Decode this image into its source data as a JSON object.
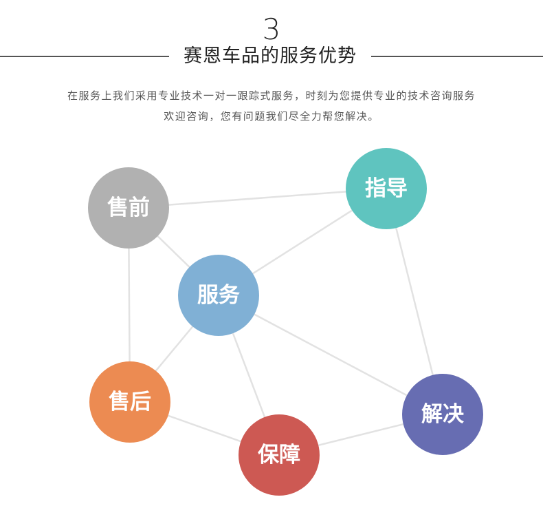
{
  "header": {
    "number": "3",
    "title": "赛恩车品的服务优势",
    "description_line1": "在服务上我们采用专业技术一对一跟踪式服务，时刻为您提供专业的技术咨询服务",
    "description_line2": "欢迎咨询，您有问题我们尽全力帮您解决。"
  },
  "diagram": {
    "nodes": [
      {
        "id": "shouqian",
        "label": "售前",
        "color": "#b1b1b1"
      },
      {
        "id": "zhidao",
        "label": "指导",
        "color": "#5fc4bf"
      },
      {
        "id": "fuwu",
        "label": "服务",
        "color": "#80b0d5"
      },
      {
        "id": "shouhou",
        "label": "售后",
        "color": "#ec8b52"
      },
      {
        "id": "baozhang",
        "label": "保障",
        "color": "#cd5953"
      },
      {
        "id": "jiejue",
        "label": "解决",
        "color": "#676db2"
      }
    ],
    "edges": [
      [
        "shouqian",
        "zhidao"
      ],
      [
        "shouqian",
        "fuwu"
      ],
      [
        "shouqian",
        "shouhou"
      ],
      [
        "zhidao",
        "fuwu"
      ],
      [
        "zhidao",
        "jiejue"
      ],
      [
        "fuwu",
        "shouhou"
      ],
      [
        "fuwu",
        "baozhang"
      ],
      [
        "fuwu",
        "jiejue"
      ],
      [
        "shouhou",
        "baozhang"
      ],
      [
        "baozhang",
        "jiejue"
      ]
    ]
  }
}
